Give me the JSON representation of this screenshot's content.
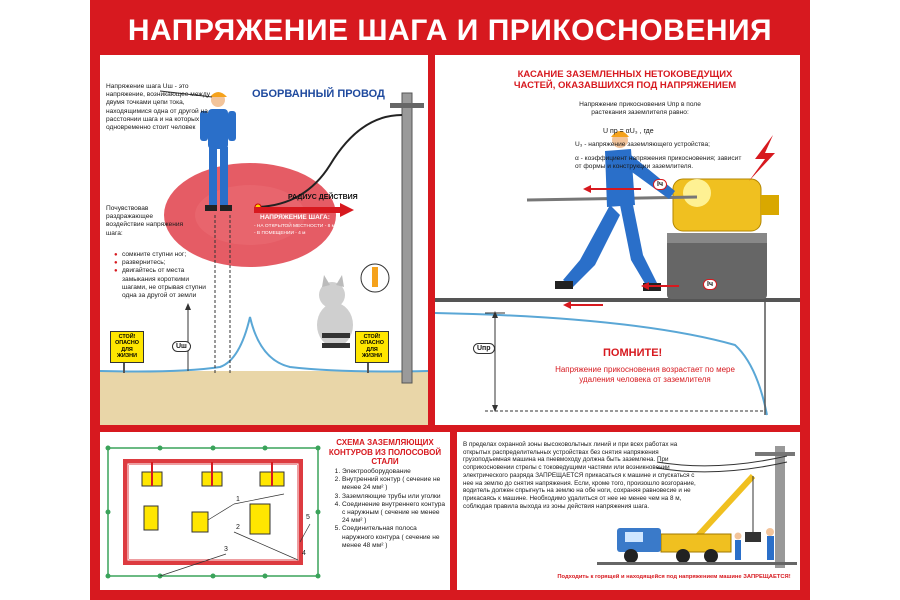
{
  "title": "НАПРЯЖЕНИЕ ШАГА И ПРИКОСНОВЕНИЯ",
  "panel1": {
    "wire_label": "ОБОРВАННЫЙ ПРОВОД",
    "definition": "Напряжение шага Uш - это напряжение, возникающее между двумя точками цепи тока, находящимися одна от другой на расстоянии шага и на которых одновременно стоит человек",
    "radius_label": "РАДИУС ДЕЙСТВИЯ",
    "step_voltage_label": "НАПРЯЖЕНИЕ ШАГА:",
    "radius_open": "- НА ОТКРЫТОЙ МЕСТНОСТИ - 8 м",
    "radius_indoor": "- В ПОМЕЩЕНИИ - 4 м",
    "sensation_intro": "Почувствовав раздражающее воздействие напряжения шага:",
    "tips": [
      "сомкните ступни ног;",
      "развернитесь;",
      "двигайтесь от места замыкания короткими шагами, не отрывая ступни одна за другой от земли"
    ],
    "sign_text": "СТОЙ! ОПАСНО ДЛЯ ЖИЗНИ",
    "ush_label": "Uш"
  },
  "panel2": {
    "heading": "КАСАНИЕ ЗАЗЕМЛЕННЫХ НЕТОКОВЕДУЩИХ ЧАСТЕЙ, ОКАЗАВШИХСЯ ПОД НАПРЯЖЕНИЕМ",
    "formula_intro": "Напряжение прикосновения Uпр в поле растекания заземлителя равно:",
    "formula": "U пр = αU₃ , где",
    "u3_def": "U₃ - напряжение заземляющего устройства;",
    "alpha_def": "α - коэффициент напряжения прикосновения; зависит от формы и конструкции заземлителя.",
    "current_label": "Iч",
    "upr_label": "Uпр",
    "remember": "ПОМНИТЕ!",
    "remember_text": "Напряжение прикосновения возрастает по мере удаления человека от заземлителя"
  },
  "panel3": {
    "heading": "СХЕМА ЗАЗЕМЛЯЮЩИХ КОНТУРОВ ИЗ ПОЛОСОВОЙ СТАЛИ",
    "items": [
      "Электрооборудование",
      "Внутренний контур ( сечение не менее 24 мм² )",
      "Заземляющие трубы или уголки",
      "Соединение внутреннего контура с наружным ( сечение не менее 24 мм² )",
      "Соединительная полоса наружного контура ( сечение не менее 48 мм² )"
    ],
    "callouts": [
      "1",
      "2",
      "3",
      "4",
      "5"
    ]
  },
  "panel4": {
    "text": "В пределах охранной зоны высоковольтных линий и при всех работах на открытых распределительных устройствах без снятия напряжения грузоподъемная машина на пневмоходу должна быть заземлена. При соприкосновении стрелы с токоведущими частями или возникновении электрического разряда ЗАПРЕЩАЕТСЯ прикасаться к машине и спускаться с нее на землю до снятия напряжения. Если, кроме того, произошло возгорание, водитель должен спрыгнуть на землю на обе ноги, сохраняя равновесие и не прикасаясь к машине. Необходимо удалиться от нее не менее чем на 8 м, соблюдая правила выхода из зоны действия напряжения шага.",
    "warning": "Подходить к горящей и находящейся под напряжением машине ЗАПРЕЩАЕТСЯ!"
  },
  "colors": {
    "poster_red": "#d7191f",
    "worker_blue": "#2a6fc9",
    "sign_yellow": "#ffe600",
    "ground_tan": "#e9d6a8",
    "contour_green": "#3aa35a"
  }
}
